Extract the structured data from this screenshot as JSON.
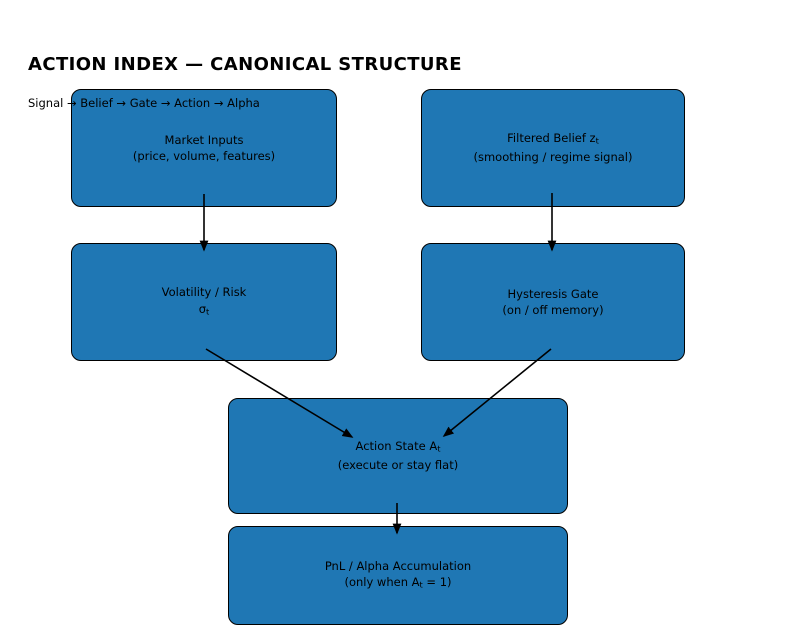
{
  "title": "ACTION INDEX — CANONICAL STRUCTURE",
  "subtitle": "Signal → Belief → Gate → Action → Alpha",
  "colors": {
    "box_fill": "#1f77b4",
    "box_border": "#000000",
    "arrow": "#000000",
    "text": "#000000",
    "background": "#ffffff"
  },
  "boxes": {
    "market_inputs": {
      "line1": "Market Inputs",
      "line2": "(price, volume, features)"
    },
    "filtered_belief": {
      "line1_main": "Filtered Belief z",
      "line1_sub": "t",
      "line2": "(smoothing / regime signal)"
    },
    "volatility_risk": {
      "line1": "Volatility / Risk",
      "line2_main": "σ",
      "line2_sub": "t"
    },
    "hysteresis_gate": {
      "line1": "Hysteresis Gate",
      "line2": "(on / off memory)"
    },
    "action_state": {
      "line1_main": "Action State A",
      "line1_sub": "t",
      "line2": "(execute or stay flat)"
    },
    "pnl_alpha": {
      "line1": "PnL / Alpha Accumulation",
      "line2_pre": "(only when A",
      "line2_sub": "t",
      "line2_post": " = 1)"
    }
  }
}
